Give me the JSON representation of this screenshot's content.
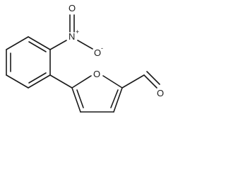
{
  "molecule": {
    "atoms": {
      "nitro_nitrogen": {
        "symbol": "N",
        "charge": "+"
      },
      "nitro_oxygen_double": {
        "symbol": "O"
      },
      "nitro_oxygen_single": {
        "symbol": "O",
        "charge": "-"
      },
      "furan_oxygen": {
        "symbol": "O"
      },
      "aldehyde_oxygen": {
        "symbol": "O"
      }
    }
  }
}
